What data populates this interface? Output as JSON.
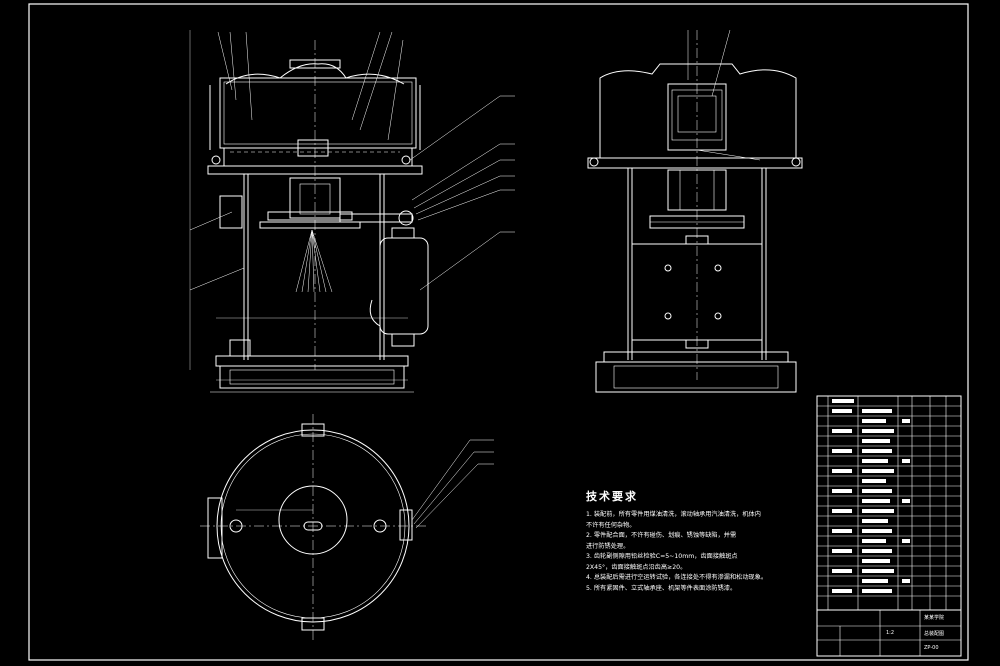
{
  "drawing": {
    "notes_title": "技术要求",
    "notes": [
      "1. 装配前，所有零件用煤油清洗，滚动轴承用汽油清洗，机体内",
      "   不许有任何杂物。",
      "2. 零件配合面，不许有碰伤、划痕、锈蚀等缺陷，并需",
      "   进行防锈处理。",
      "3. 齿轮副侧隙用铅丝检验C=5~10mm，齿面接触斑点",
      "   2X45°，齿面接触斑点沿齿高≥20。",
      "4. 总装配后需进行空运转试验，各连接处不得有渗漏和松动现象。",
      "5. 所有紧固件、立式轴承座、机架等件表面涂防锈漆。"
    ],
    "title_block": {
      "school": "某某学院",
      "drawing_name": "总装配图",
      "scale": "1:2",
      "drawing_no": "ZP-00"
    }
  }
}
